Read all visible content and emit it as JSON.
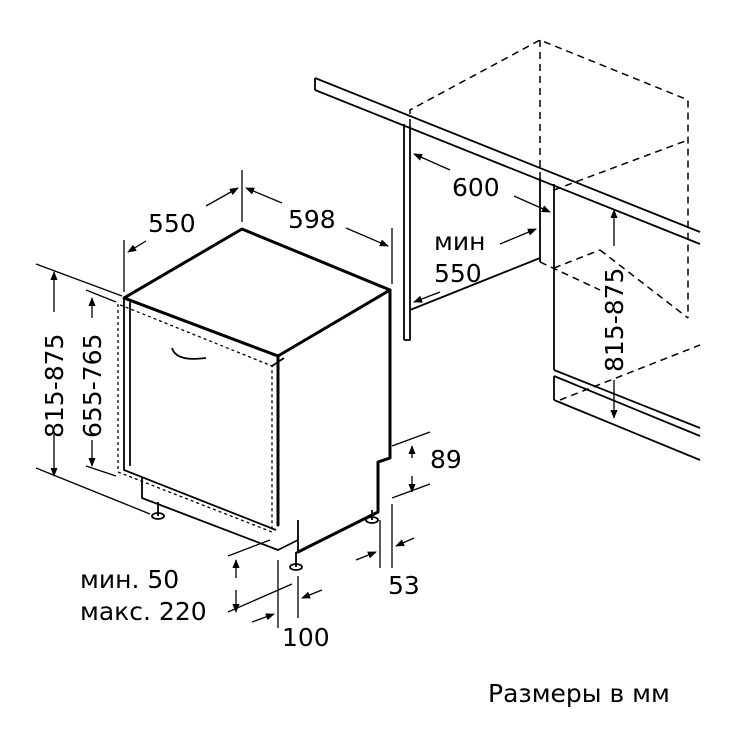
{
  "labels": {
    "depth": "550",
    "width": "598",
    "niche_width": "600",
    "niche_min_line1": "мин",
    "niche_min_line2": "550",
    "total_height": "815-875",
    "door_height": "655-765",
    "niche_height": "815-875",
    "plinth_height": "89",
    "plinth_depth": "53",
    "foot_min": "мин. 50",
    "foot_max": "макс. 220",
    "foot_offset": "100"
  },
  "caption": "Размеры в мм"
}
